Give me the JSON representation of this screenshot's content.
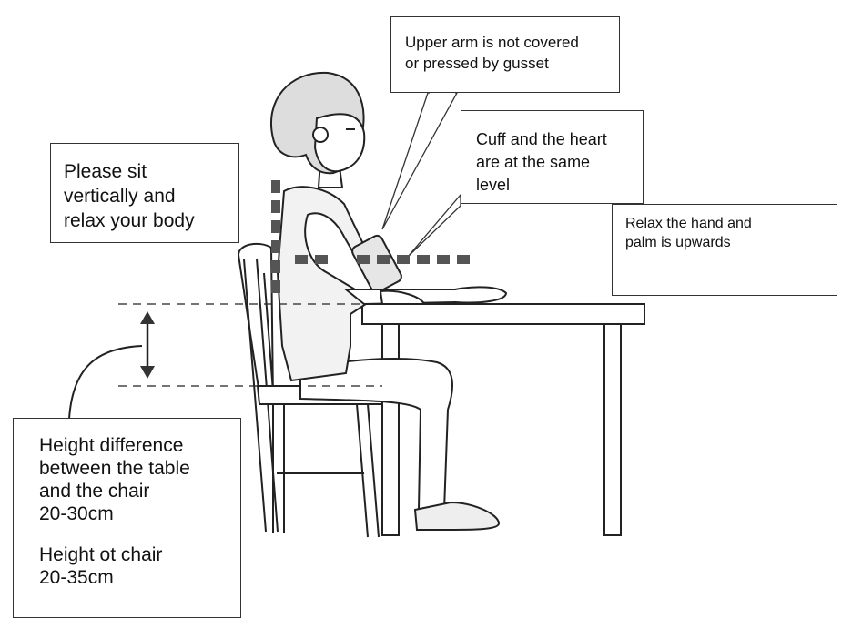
{
  "callouts": {
    "upper_arm": [
      "Upper arm is not covered",
      "or pressed by gusset"
    ],
    "cuff_heart": [
      "Cuff and the heart",
      "are at the same",
      "level"
    ],
    "sit": [
      "Please sit",
      "vertically and",
      "relax your body"
    ],
    "hand": [
      "Relax the hand and",
      "palm is upwards"
    ],
    "height": {
      "difference": [
        "Height difference",
        "between the table",
        "and the chair",
        "20-30cm"
      ],
      "chair": [
        "Height ot chair",
        "20-35cm"
      ]
    }
  }
}
